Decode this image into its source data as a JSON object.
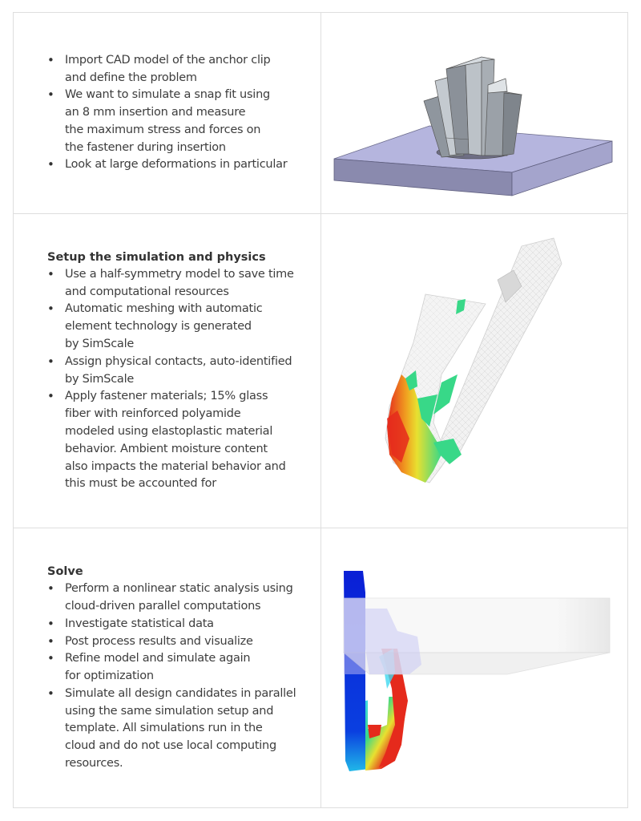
{
  "sections": [
    {
      "heading": null,
      "bullets": [
        {
          "lines": [
            "Import CAD model of the anchor clip",
            "and define the problem"
          ]
        },
        {
          "lines": [
            "We want to simulate a snap fit using",
            "an 8 mm insertion and measure",
            "the maximum stress and forces on",
            "the fastener during insertion"
          ]
        },
        {
          "lines": [
            "Look at large deformations in particular"
          ]
        }
      ],
      "image": {
        "name": "cad-model-anchor-clip-image",
        "description": "CAD model of anchor clip inserted into a plate"
      }
    },
    {
      "heading": "Setup the simulation and physics",
      "bullets": [
        {
          "lines": [
            "Use a half-symmetry model to save time",
            "and computational resources"
          ]
        },
        {
          "lines": [
            "Automatic meshing with automatic",
            "element technology is generated",
            "by SimScale"
          ]
        },
        {
          "lines": [
            "Assign physical contacts, auto-identified",
            "by SimScale"
          ]
        },
        {
          "lines": [
            "Apply fastener materials; 15% glass",
            "fiber with reinforced polyamide",
            "modeled using elastoplastic material",
            "behavior. Ambient moisture content",
            "also impacts the material behavior and",
            "this must be accounted for"
          ]
        }
      ],
      "image": {
        "name": "meshed-half-symmetry-stress-image",
        "description": "Half-symmetry meshed model with stress contour"
      }
    },
    {
      "heading": "Solve",
      "bullets": [
        {
          "lines": [
            "Perform a nonlinear static analysis using",
            "cloud-driven parallel computations"
          ]
        },
        {
          "lines": [
            "Investigate statistical data"
          ]
        },
        {
          "lines": [
            "Post process results and visualize"
          ]
        },
        {
          "lines": [
            "Refine model and simulate again",
            "for optimization"
          ]
        },
        {
          "lines": [
            "Simulate all design candidates in parallel",
            "using the same simulation setup and",
            "template. All simulations run in the",
            "cloud and do not use local computing",
            "resources."
          ]
        }
      ],
      "image": {
        "name": "solved-result-contour-image",
        "description": "Solved snap-fit result with stress contour and transparent plate"
      }
    }
  ],
  "colors": {
    "border": "#dedede",
    "text": "#3d3d3d",
    "plate": "#b3b3dc",
    "clip_gray": "#a9b0b8",
    "stress_red": "#e5241b",
    "stress_green": "#33d989",
    "stress_blue": "#0a1fd6",
    "stress_cyan": "#3fd8f0"
  }
}
